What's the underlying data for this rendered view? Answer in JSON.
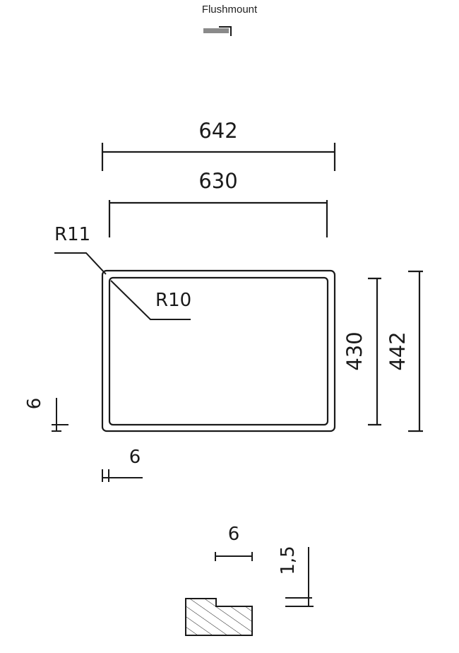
{
  "header": {
    "title": "Flushmount"
  },
  "dimensions": {
    "outer_width": "642",
    "inner_width": "630",
    "outer_radius": "R11",
    "inner_radius": "R10",
    "inner_height": "430",
    "outer_height": "442",
    "left_offset": "6",
    "bottom_offset": "6",
    "profile_step_width": "6",
    "profile_step_depth": "1,5"
  },
  "colors": {
    "line": "#1a1a1a",
    "icon_gray": "#8a8a8a"
  }
}
